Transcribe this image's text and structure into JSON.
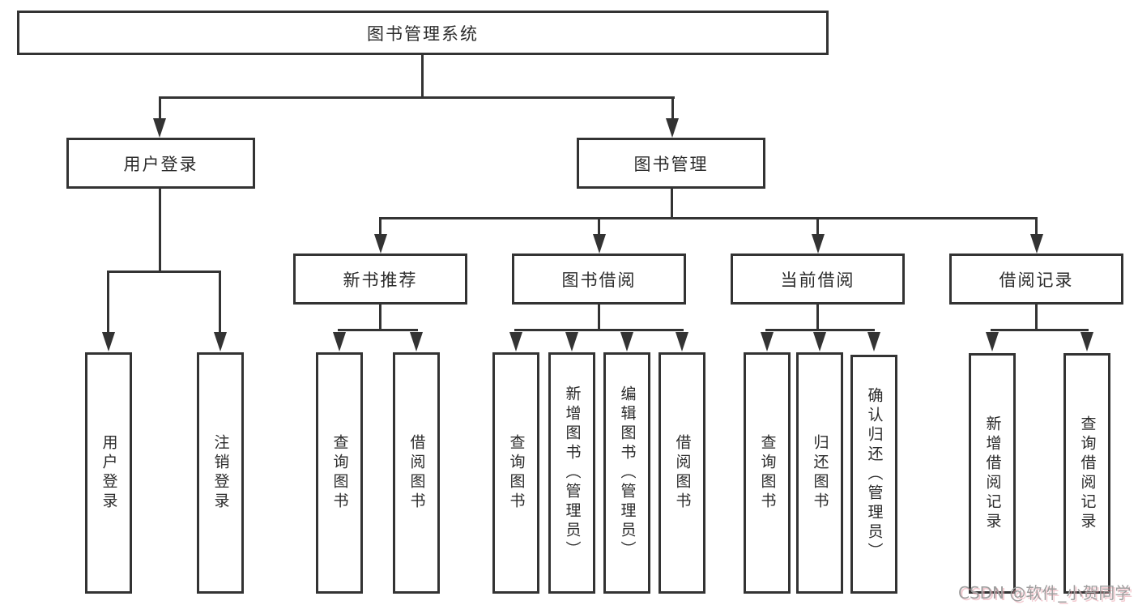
{
  "tree": {
    "label": "图书管理系统",
    "children": [
      {
        "label": "用户登录",
        "children": [
          {
            "label": "用户登录"
          },
          {
            "label": "注销登录"
          }
        ]
      },
      {
        "label": "图书管理",
        "children": [
          {
            "label": "新书推荐",
            "children": [
              {
                "label": "查询图书"
              },
              {
                "label": "借阅图书"
              }
            ]
          },
          {
            "label": "图书借阅",
            "children": [
              {
                "label": "查询图书"
              },
              {
                "label": "新增图书（管理员）"
              },
              {
                "label": "编辑图书（管理员）"
              },
              {
                "label": "借阅图书"
              }
            ]
          },
          {
            "label": "当前借阅",
            "children": [
              {
                "label": "查询图书"
              },
              {
                "label": "归还图书"
              },
              {
                "label": "确认归还（管理员）"
              }
            ]
          },
          {
            "label": "借阅记录",
            "children": [
              {
                "label": "新增借阅记录"
              },
              {
                "label": "查询借阅记录"
              }
            ]
          }
        ]
      }
    ]
  },
  "watermark": {
    "text": "CSDN @软件_小贺同学"
  },
  "colors": {
    "line": "#333333",
    "box_border": "#333333",
    "box_background": "#ffffff",
    "text": "#2b2b2b",
    "watermark_text": "#9e9e9e",
    "watermark_shadow": "#e9a0ac"
  }
}
